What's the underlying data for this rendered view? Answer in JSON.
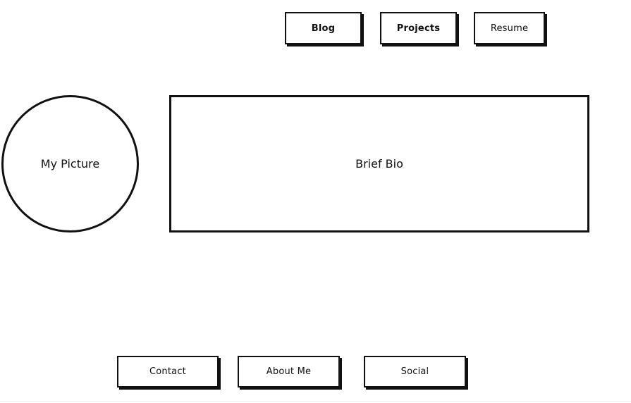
{
  "top_nav": {
    "blog_label": "Blog",
    "projects_label": "Projects",
    "resume_label": "Resume"
  },
  "main": {
    "picture_label": "My Picture",
    "bio_label": "Brief Bio"
  },
  "bottom_nav": {
    "contact_label": "Contact",
    "about_label": "About Me",
    "social_label": "Social"
  },
  "colors": {
    "stroke": "#111111",
    "background": "#ffffff"
  }
}
